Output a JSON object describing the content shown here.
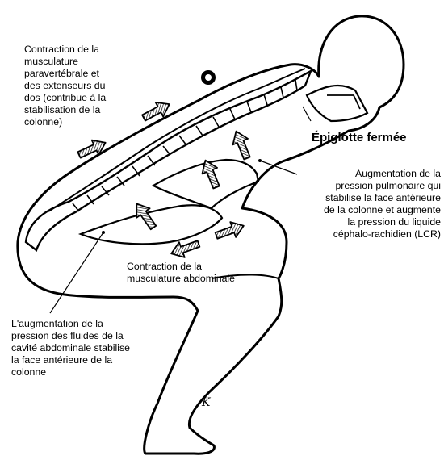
{
  "labels": {
    "paravertebral": "Contraction de la\nmusculature\nparavertébrale et\ndes extenseurs du\ndos (contribue à la\nstabilisation de la\ncolonne)",
    "epiglotte": "Épiglotte fermée",
    "pulmonaire": "Augmentation de la\npression pulmonaire qui\nstabilise la face antérieure\nde la colonne et augmente\nla pression du liquide\ncéphalo-rachidien (LCR)",
    "abdominale": "Contraction de la\nmusculature abdominale",
    "fluides": "L'augmentation de la\npression des fluides de la\ncavité abdominale stabilise\nla face antérieure de la\ncolonne"
  },
  "signature": "K"
}
